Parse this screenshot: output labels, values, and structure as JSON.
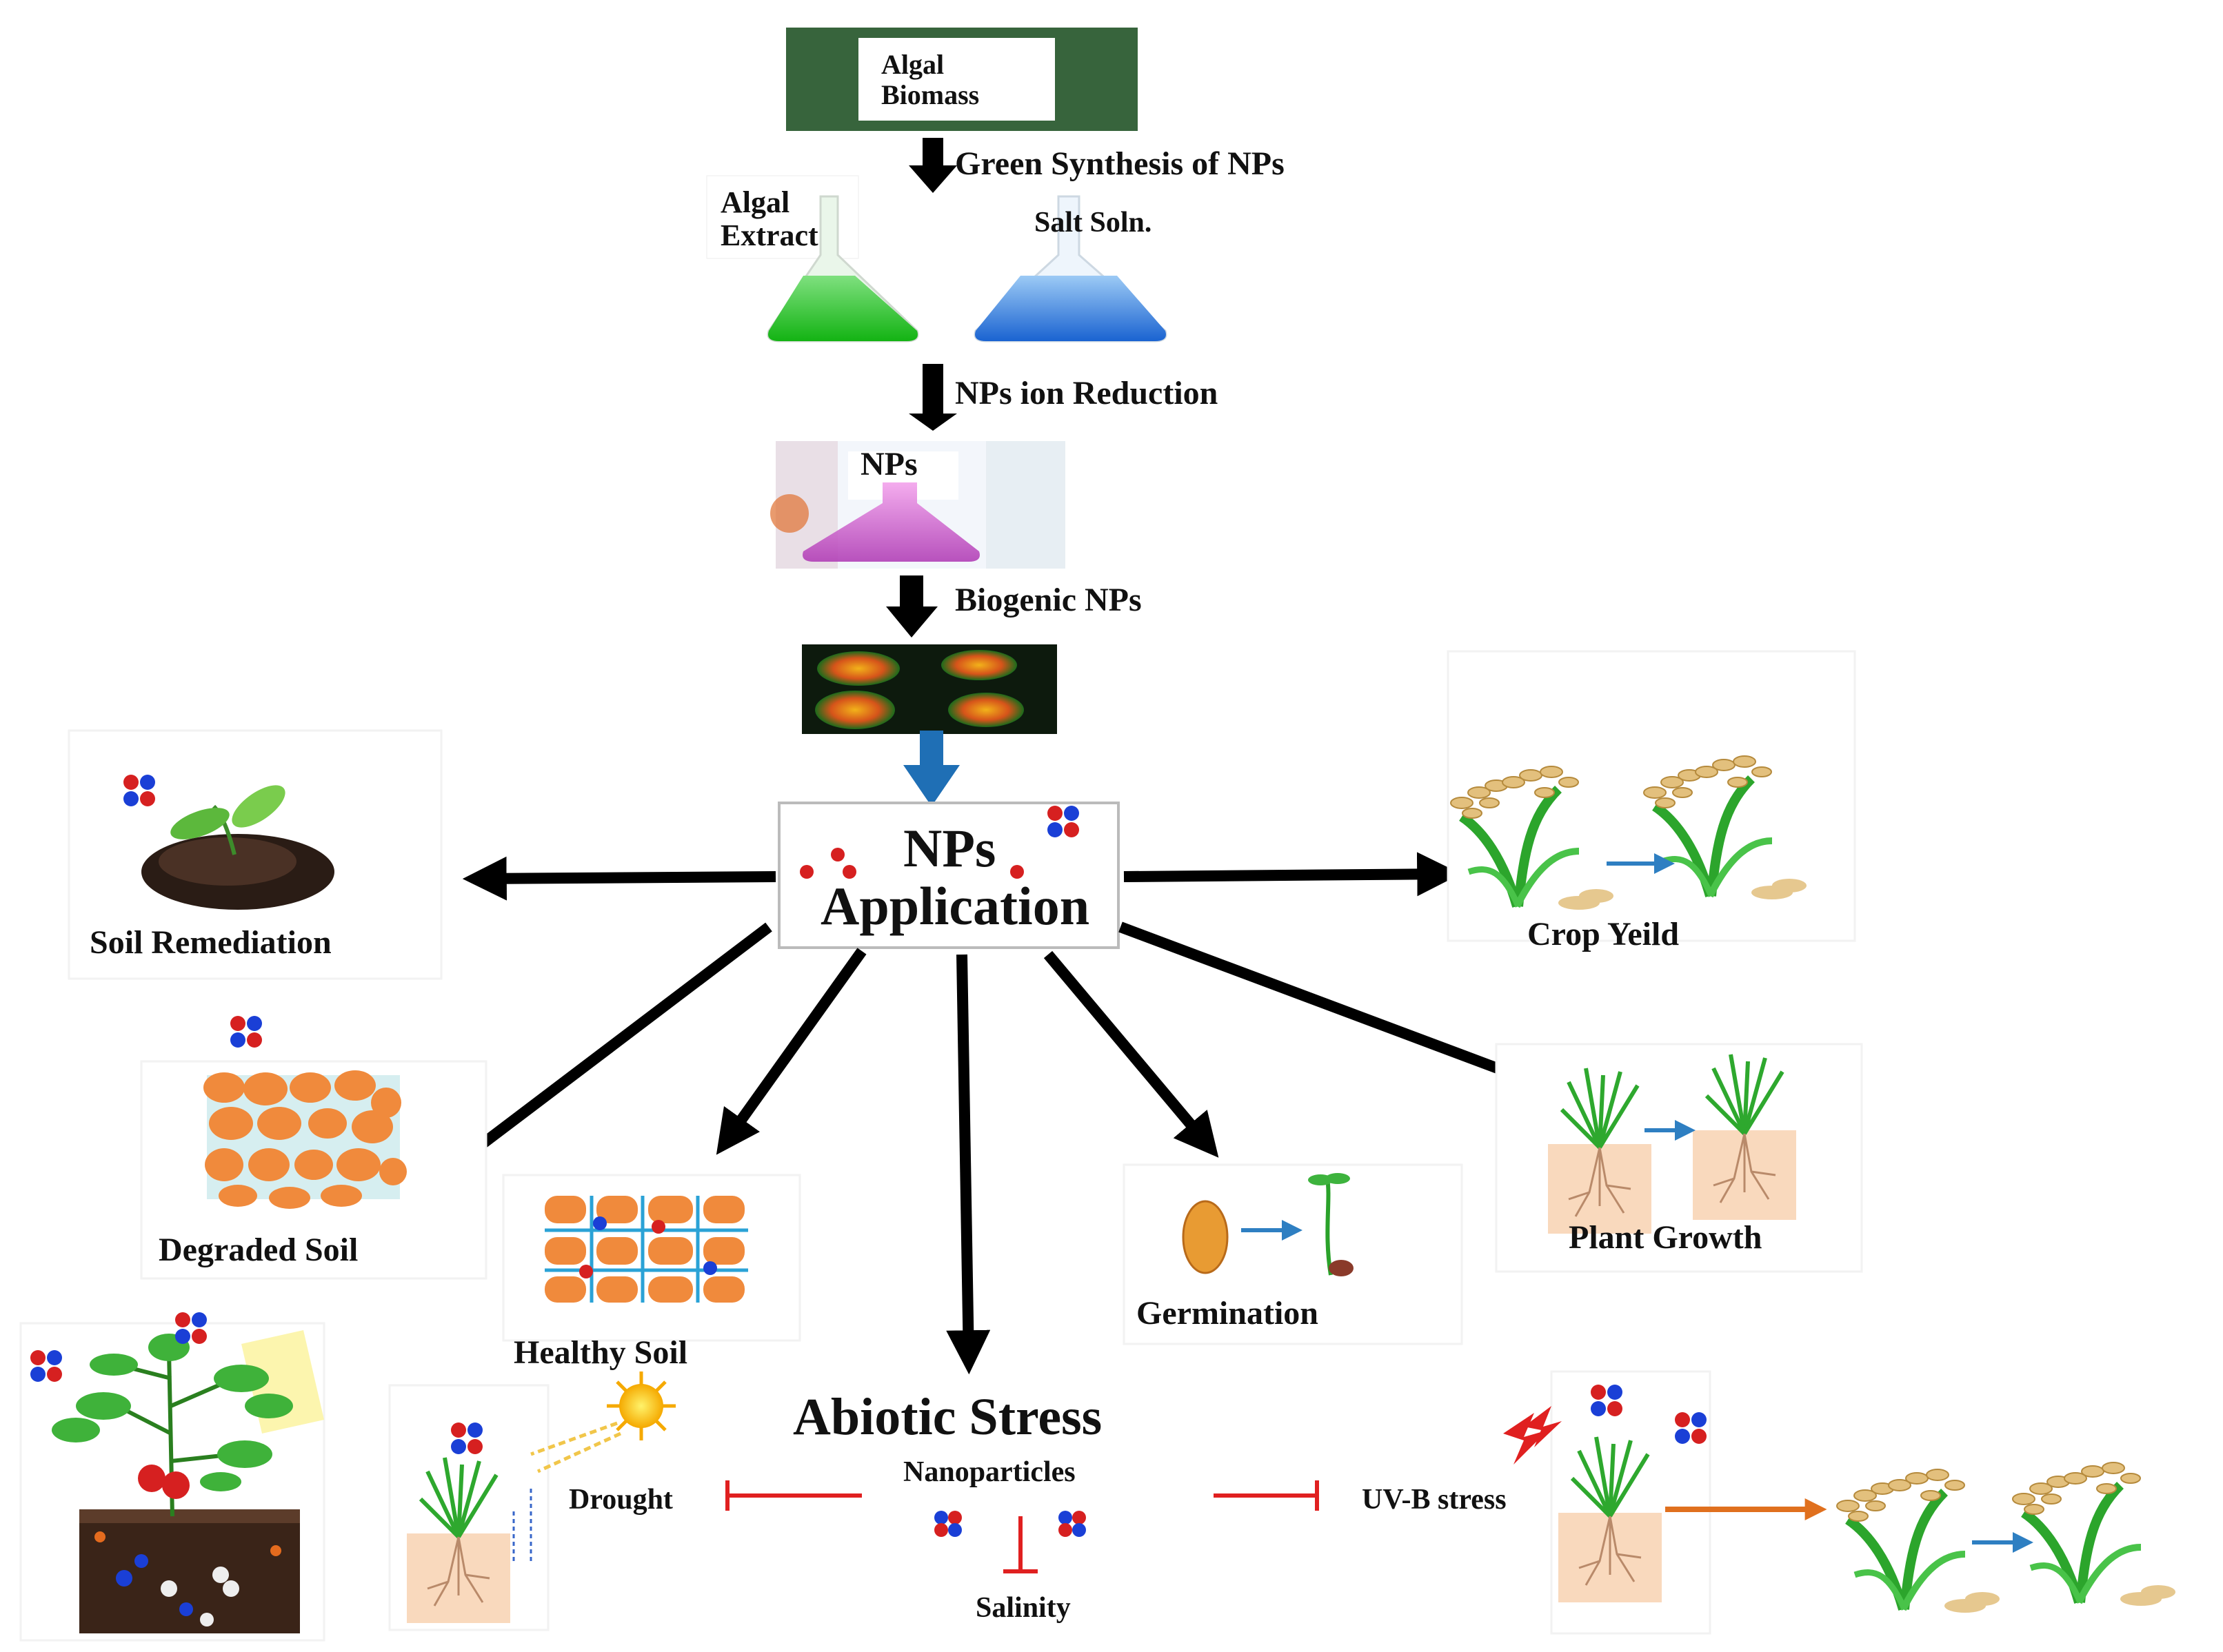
{
  "synthesis": {
    "biomass_label": "Algal\nBiomass",
    "step1_label": "Green Synthesis of NPs",
    "extract_label": "Algal\nExtract",
    "salt_label": "Salt Soln.",
    "step2_label": "NPs ion Reduction",
    "nps_label": "NPs",
    "step3_label": "Biogenic NPs"
  },
  "application": {
    "line1": "NPs",
    "line2": "Application"
  },
  "outcomes": {
    "soil_remediation": "Soil Remediation",
    "crop_yield": "Crop Yeild",
    "degraded_soil": "Degraded Soil",
    "healthy_soil": "Healthy Soil",
    "germination": "Germination",
    "plant_growth": "Plant Growth"
  },
  "abiotic": {
    "title": "Abiotic Stress",
    "nanoparticles": "Nanoparticles",
    "drought": "Drought",
    "uvb": "UV-B stress",
    "salinity": "Salinity"
  },
  "colors": {
    "arrow": "#000000",
    "blue_arrow": "#1f6fb5",
    "inhibit": "#e02020",
    "soil_clod": "#f08a3c",
    "plant_green": "#2e9e2e",
    "grain": "#d9b97a"
  }
}
